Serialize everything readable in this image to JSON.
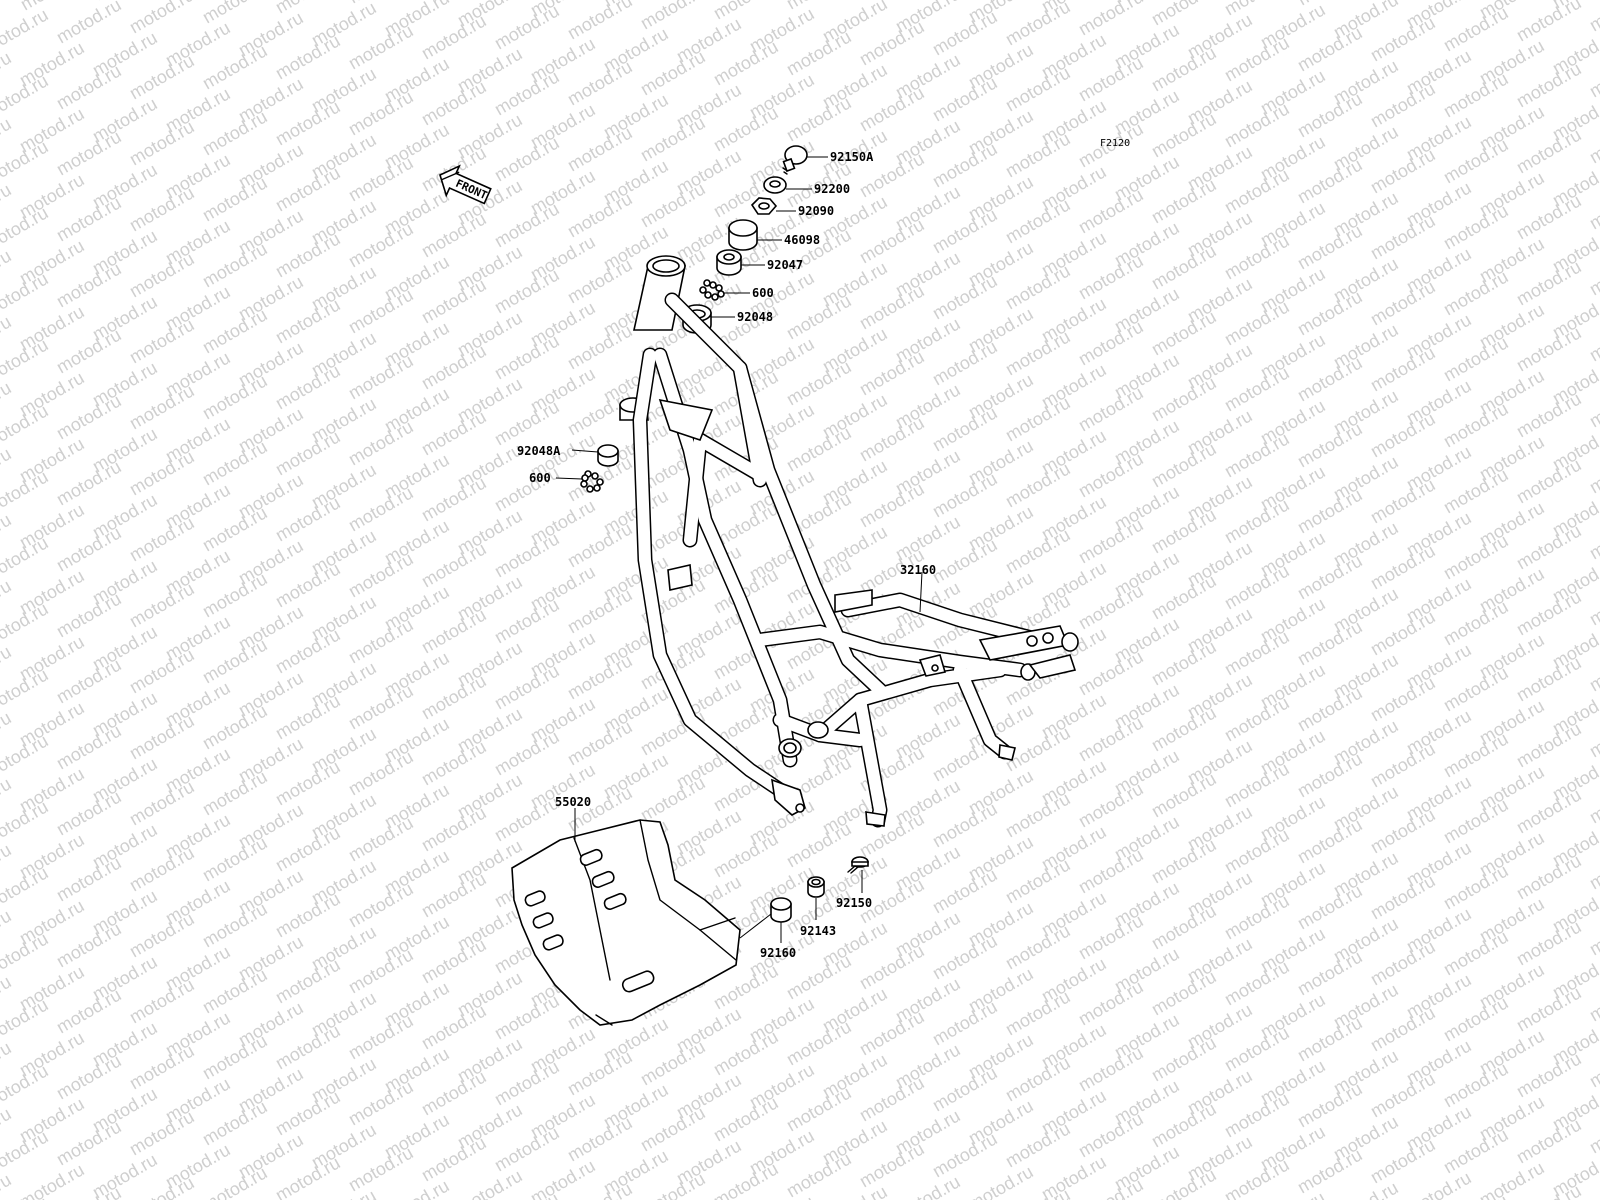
{
  "figure_code": "F2120",
  "front_arrow_label": "FRONT",
  "watermark": "motod.ru",
  "labels": {
    "p92150A": "92150A",
    "p92200": "92200",
    "p92090": "92090",
    "p46098": "46098",
    "p92047": "92047",
    "p600_top": "600",
    "p92048": "92048",
    "p92048A": "92048A",
    "p600_mid": "600",
    "p32160": "32160",
    "p55020": "55020",
    "p92150": "92150",
    "p92143": "92143",
    "p92160": "92160"
  }
}
